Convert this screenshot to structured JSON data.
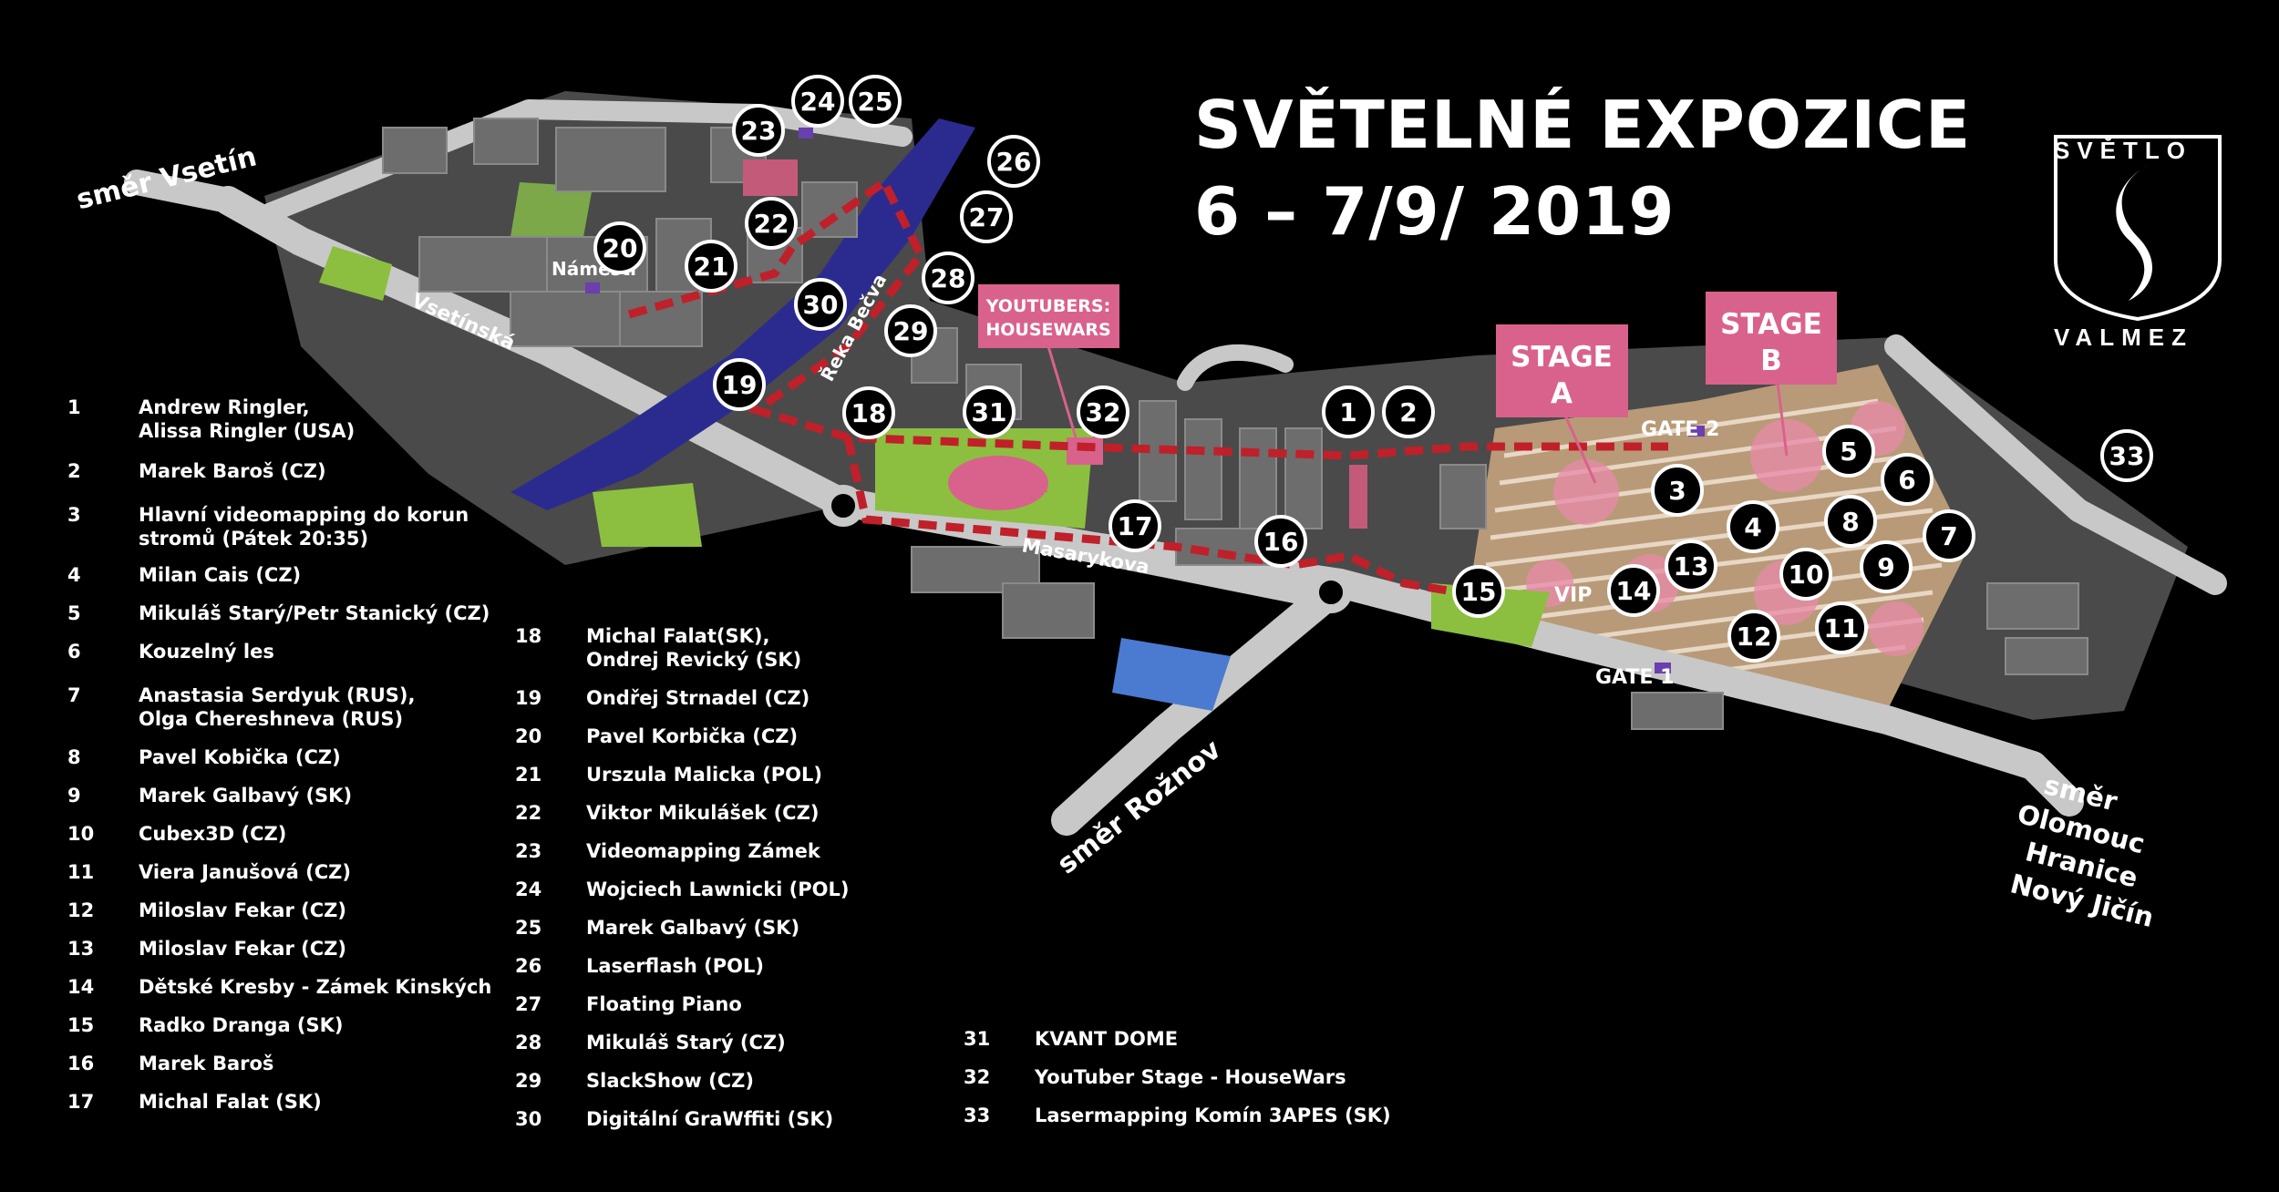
{
  "title": {
    "line1": "SVĚTELNÉ EXPOZICE",
    "line2": "6 – 7/9/ 2019"
  },
  "logo": {
    "top": "SVĚTLO",
    "bottom": "VALMEZ",
    "icon": "s-swirl-shield-icon"
  },
  "markers": [
    "1",
    "2",
    "3",
    "4",
    "5",
    "6",
    "7",
    "8",
    "9",
    "10",
    "11",
    "12",
    "13",
    "14",
    "15",
    "16",
    "17",
    "18",
    "19",
    "20",
    "21",
    "22",
    "23",
    "24",
    "25",
    "26",
    "27",
    "28",
    "29",
    "30",
    "31",
    "32",
    "33"
  ],
  "map_labels": {
    "vsetin": "směr Vsetín",
    "vsetinska": "Vsetínská",
    "namesti": "Náměstí",
    "reka": "Řeka Bečva",
    "masarykova": "Masarykova",
    "roznov": "směr Rožnov",
    "olomouc_lines": [
      "směr",
      "Olomouc",
      "Hranice",
      "Nový Jičín"
    ],
    "gate1": "GATE 1",
    "gate2": "GATE 2",
    "vip": "VIP",
    "stage_a_lines": [
      "STAGE",
      "A"
    ],
    "stage_b_lines": [
      "STAGE",
      "B"
    ],
    "youtubers_lines": [
      "YOUTUBERS:",
      "HOUSEWARS"
    ]
  },
  "colors": {
    "route": "#c0202a",
    "stage": "#d95f86",
    "river": "#2b2b8f",
    "park": "#8cbf3f",
    "road": "#c8c8c8",
    "building": "#6a6a6a"
  },
  "legend_col1": [
    {
      "num": "1",
      "text": "Andrew Ringler,",
      "text2": "Alissa Ringler (USA)"
    },
    {
      "num": "2",
      "text": "Marek Baroš (CZ)"
    },
    {
      "num": "3",
      "text": "Hlavní videomapping do korun",
      "text2": "stromů (Pátek 20:35)"
    },
    {
      "num": "4",
      "text": "Milan Cais (CZ)"
    },
    {
      "num": "5",
      "text": "Mikuláš Starý/Petr Stanický (CZ)"
    },
    {
      "num": "6",
      "text": "Kouzelný les"
    },
    {
      "num": "7",
      "text": "Anastasia Serdyuk (RUS),",
      "text2": "Olga Chereshneva (RUS)"
    },
    {
      "num": "8",
      "text": "Pavel Kobička (CZ)"
    },
    {
      "num": "9",
      "text": "Marek Galbavý (SK)"
    },
    {
      "num": "10",
      "text": "Cubex3D (CZ)"
    },
    {
      "num": "11",
      "text": "Viera Janušová (CZ)"
    },
    {
      "num": "12",
      "text": "Miloslav Fekar (CZ)"
    },
    {
      "num": "13",
      "text": "Miloslav Fekar (CZ)"
    },
    {
      "num": "14",
      "text": "Dětské Kresby - Zámek Kinských"
    },
    {
      "num": "15",
      "text": "Radko Dranga (SK)"
    },
    {
      "num": "16",
      "text": "Marek Baroš"
    },
    {
      "num": "17",
      "text": "Michal Falat (SK)"
    }
  ],
  "legend_col2": [
    {
      "num": "18",
      "text": "Michal Falat(SK),",
      "text2": "Ondrej Revický (SK)"
    },
    {
      "num": "19",
      "text": "Ondřej Strnadel (CZ)"
    },
    {
      "num": "20",
      "text": "Pavel Korbička (CZ)"
    },
    {
      "num": "21",
      "text": "Urszula Malicka (POL)"
    },
    {
      "num": "22",
      "text": "Viktor Mikulášek (CZ)"
    },
    {
      "num": "23",
      "text": "Videomapping Zámek"
    },
    {
      "num": "24",
      "text": "Wojciech Lawnicki (POL)"
    },
    {
      "num": "25",
      "text": "Marek Galbavý (SK)"
    },
    {
      "num": "26",
      "text": "Laserflash (POL)"
    },
    {
      "num": "27",
      "text": "Floating Piano"
    },
    {
      "num": "28",
      "text": "Mikuláš Starý (CZ)"
    },
    {
      "num": "29",
      "text": "SlackShow (CZ)"
    },
    {
      "num": "30",
      "text": "Digitální GraWffiti (SK)"
    }
  ],
  "legend_col3": [
    {
      "num": "31",
      "text": "KVANT DOME"
    },
    {
      "num": "32",
      "text": "YouTuber Stage - HouseWars"
    },
    {
      "num": "33",
      "text": "Lasermapping Komín 3APES (SK)"
    }
  ]
}
